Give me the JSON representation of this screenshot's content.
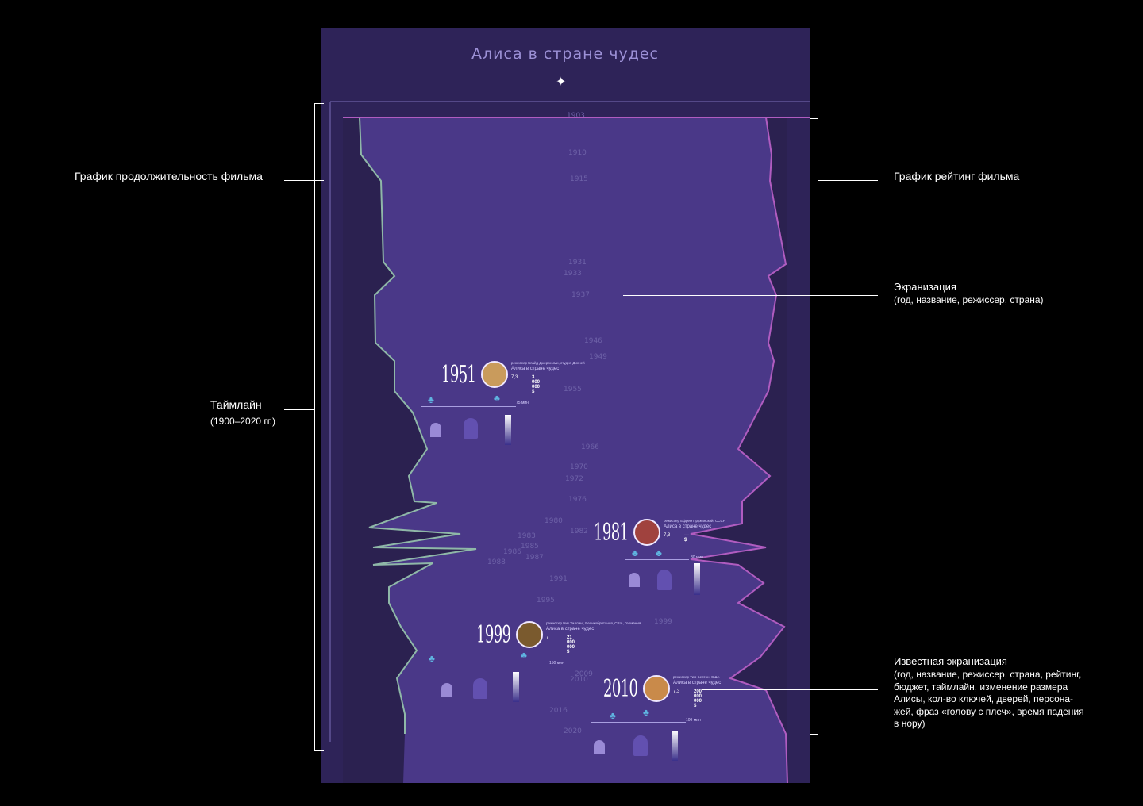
{
  "title": "Алиса в стране чудес",
  "colors": {
    "background": "#000000",
    "poster": "#2e2358",
    "center": "#4a3888",
    "duration_line": "#8fb8a8",
    "rating_line": "#b05cc0",
    "accent_tree": "#5fb4e0"
  },
  "years": [
    "1903",
    "1910",
    "1915",
    "1931",
    "1933",
    "1937",
    "1946",
    "1949",
    "1955",
    "1966",
    "1970",
    "1972",
    "1976",
    "1980",
    "1982",
    "1983",
    "1985",
    "1986",
    "1987",
    "1988",
    "1991",
    "1995",
    "1999",
    "2009",
    "2010",
    "2016",
    "2020"
  ],
  "featured": [
    {
      "year": "1951",
      "director": "режиссер Клайд Джероними, студия Дисней",
      "title": "Алиса в стране чудес",
      "rating": "7,3",
      "budget": "3 000 000 $",
      "duration": "75 мин"
    },
    {
      "year": "1981",
      "director": "режиссер Ефрем Пружанский, СССР",
      "title": "Алиса в стране чудес",
      "rating": "7,3",
      "budget": "— $",
      "duration": "80 мин"
    },
    {
      "year": "1999",
      "director": "режиссер Ник Уиллинг, Великобритания, США, Германия",
      "title": "Алиса в стране чудес",
      "rating": "7",
      "budget": "21 000 000 $",
      "duration": "150 мин"
    },
    {
      "year": "2010",
      "director": "режиссер Тим Бертон, США",
      "title": "Алиса в стране чудес",
      "rating": "7,3",
      "budget": "200 000 000 $",
      "duration": "109 мин"
    }
  ],
  "annotations": {
    "duration": "График продолжительность фильма",
    "rating": "График рейтинг фильма",
    "timeline": "Таймлайн",
    "timeline_range": "(1900–2020 гг.)",
    "adaptation": "Экранизация",
    "adaptation_desc": "(год, название, режиссер, страна)",
    "famous": "Известная экранизация",
    "famous_desc": "(год, название, режиссер, страна, рейтинг, бюджет, таймлайн, изменение размера Алисы, кол-во ключей, дверей, персона-жей, фраз «голову с плеч», время падения в нору)"
  }
}
